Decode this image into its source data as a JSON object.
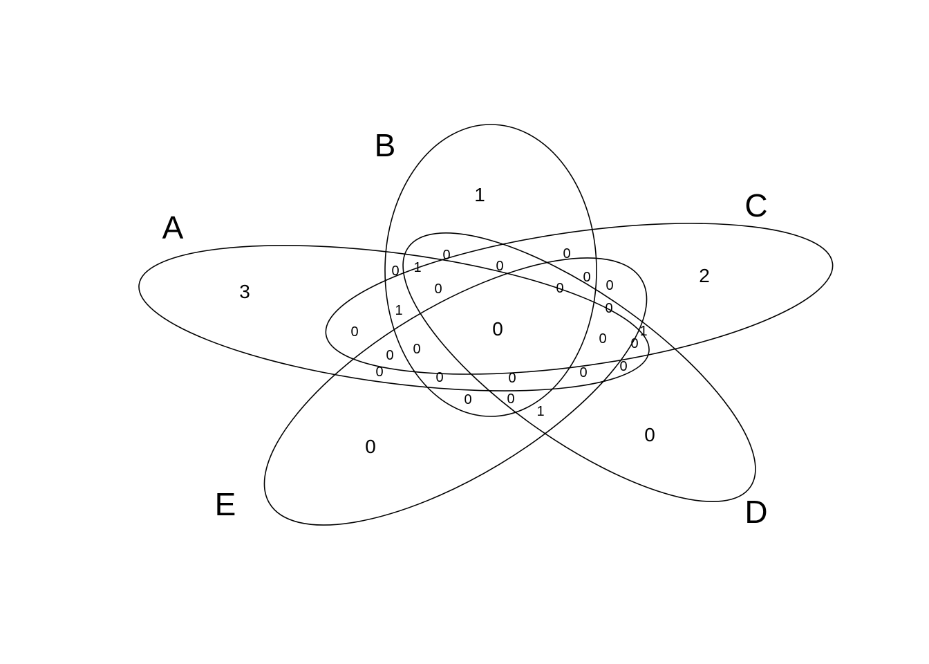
{
  "sets": [
    {
      "id": "A",
      "label": "A"
    },
    {
      "id": "B",
      "label": "B"
    },
    {
      "id": "C",
      "label": "C"
    },
    {
      "id": "D",
      "label": "D"
    },
    {
      "id": "E",
      "label": "E"
    }
  ],
  "region_counts": [
    {
      "sets": [
        "A"
      ],
      "count": "3"
    },
    {
      "sets": [
        "B"
      ],
      "count": "1"
    },
    {
      "sets": [
        "C"
      ],
      "count": "2"
    },
    {
      "sets": [
        "D"
      ],
      "count": "0"
    },
    {
      "sets": [
        "E"
      ],
      "count": "0"
    },
    {
      "sets": [
        "A",
        "B",
        "C",
        "D",
        "E"
      ],
      "count": "0"
    },
    {
      "sets": [
        "A",
        "B"
      ],
      "count": "0"
    },
    {
      "sets": [
        "A",
        "B",
        "D"
      ],
      "count": "1"
    },
    {
      "sets": [
        "B",
        "D"
      ],
      "count": "0"
    },
    {
      "sets": [
        "B",
        "C",
        "D"
      ],
      "count": "0"
    },
    {
      "sets": [
        "B",
        "C"
      ],
      "count": "0"
    },
    {
      "sets": [
        "A",
        "B",
        "C",
        "D"
      ],
      "count": "0"
    },
    {
      "sets": [
        "B",
        "C",
        "D",
        "E"
      ],
      "count": "0"
    },
    {
      "sets": [
        "B",
        "C",
        "E"
      ],
      "count": "0"
    },
    {
      "sets": [
        "C",
        "D"
      ],
      "count": "0"
    },
    {
      "sets": [
        "A",
        "B",
        "C"
      ],
      "count": "1"
    },
    {
      "sets": [
        "A",
        "C"
      ],
      "count": "0"
    },
    {
      "sets": [
        "A",
        "C",
        "E"
      ],
      "count": "0"
    },
    {
      "sets": [
        "A",
        "B",
        "C",
        "E"
      ],
      "count": "0"
    },
    {
      "sets": [
        "A",
        "E"
      ],
      "count": "0"
    },
    {
      "sets": [
        "A",
        "B",
        "E"
      ],
      "count": "0"
    },
    {
      "sets": [
        "A",
        "B",
        "D",
        "E"
      ],
      "count": "0"
    },
    {
      "sets": [
        "B",
        "E"
      ],
      "count": "0"
    },
    {
      "sets": [
        "B",
        "D",
        "E"
      ],
      "count": "0"
    },
    {
      "sets": [
        "D",
        "E"
      ],
      "count": "1"
    },
    {
      "sets": [
        "C",
        "D",
        "E"
      ],
      "count": "0"
    },
    {
      "sets": [
        "C",
        "E"
      ],
      "count": "1"
    },
    {
      "sets": [
        "A",
        "C",
        "D",
        "E"
      ],
      "count": "0"
    },
    {
      "sets": [
        "A",
        "D",
        "E"
      ],
      "count": "0"
    },
    {
      "sets": [
        "A",
        "D"
      ],
      "count": "0"
    },
    {
      "sets": [
        "A",
        "C",
        "D"
      ],
      "count": "0"
    }
  ]
}
